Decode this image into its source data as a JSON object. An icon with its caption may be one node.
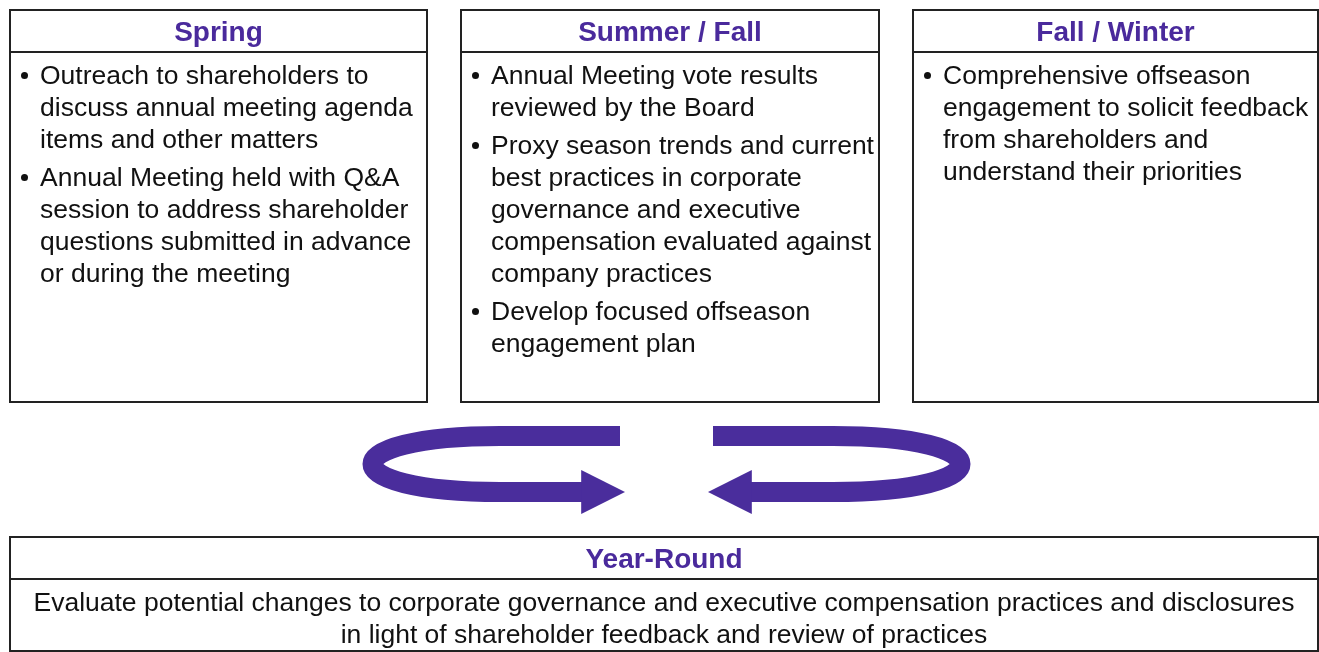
{
  "diagram": {
    "nodes": [
      {
        "text": [
          "Spring",
          "Outreach to shareholders to discuss annual meeting agenda items and other matters",
          "Annual Meeting held with Q&A session to address shareholder questions submitted in advance or during the meeting"
        ]
      },
      {
        "text": [
          "Summer / Fall",
          "Annual Meeting vote results reviewed by the Board",
          "Proxy season trends and current best practices in corporate governance and executive compensation evaluated against company practices",
          "Develop focused offseason engagement plan"
        ]
      },
      {
        "text": [
          "Fall / Winter",
          "Comprehensive offseason engagement to solicit feedback from shareholders and understand their priorities"
        ]
      },
      {
        "text": [
          "Year-Round",
          "Evaluate potential changes to corporate governance and executive compensation practices and disclosures in light of shareholder feedback and review of practices"
        ]
      }
    ]
  }
}
